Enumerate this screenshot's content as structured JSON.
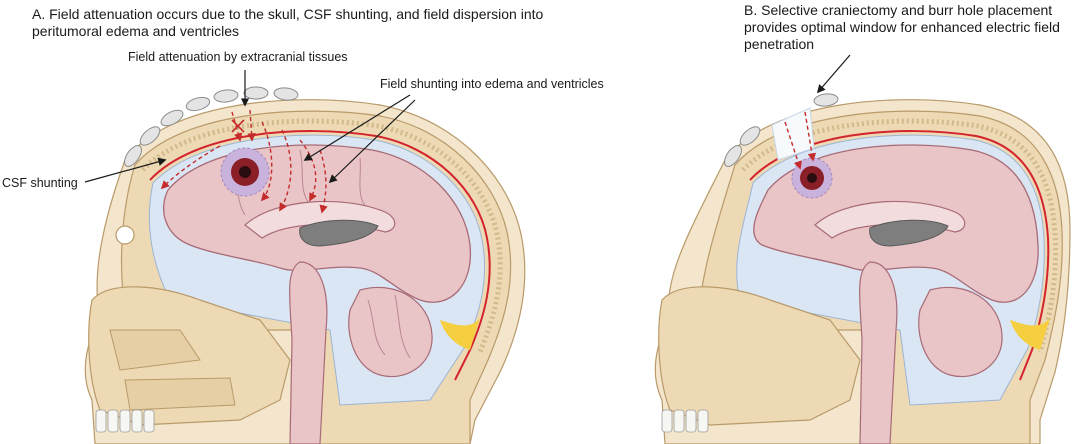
{
  "panel_a": {
    "title": "A. Field attenuation occurs due to the skull, CSF shunting, and field dispersion into peritumoral edema and ventricles",
    "labels": {
      "extracranial": "Field attenuation by extracranial tissues",
      "edema_ventricles": "Field shunting into edema and ventricles",
      "csf": "CSF shunting"
    }
  },
  "panel_b": {
    "title": "B. Selective craniectomy and burr hole placement provides optimal window for enhanced electric field penetration"
  },
  "colors": {
    "bone": "#edd9b3",
    "bone_marrow": "#d8c29a",
    "csf": "#dbe6f4",
    "brain": "#e9c5c8",
    "brain_outline": "#a86b76",
    "dura": "#d3242e",
    "fat": "#f5cf3f",
    "ventricle": "#7e7e7e",
    "tumor": "#8a1f28",
    "edema": "#b99ad0",
    "field_arrow": "#c42b2b"
  }
}
